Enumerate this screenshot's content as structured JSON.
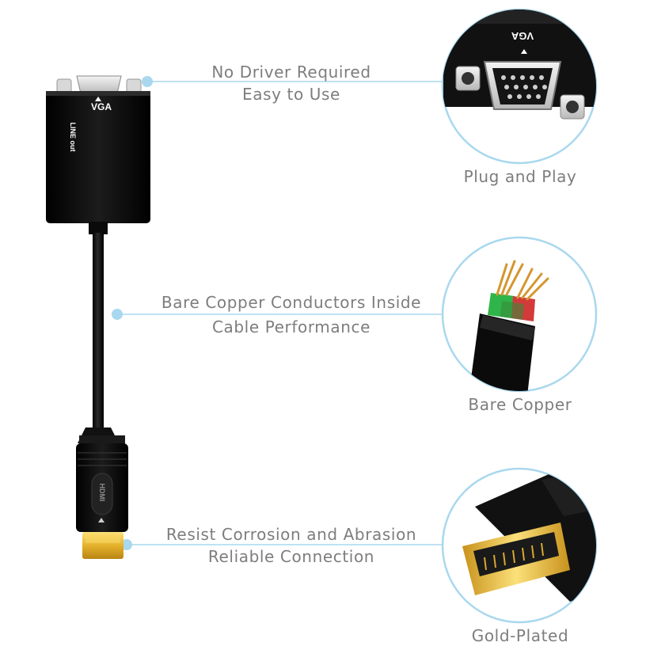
{
  "adapter": {
    "vga_label": "VGA",
    "line_out_label": "LINE out",
    "hdmi_label": "HDMI"
  },
  "features": [
    {
      "line1": "No Driver Required",
      "line2": "Easy to Use",
      "caption": "Plug and Play"
    },
    {
      "line1": "Bare Copper Conductors Inside",
      "line2": "Cable Performance",
      "caption": "Bare Copper"
    },
    {
      "line1": "Resist Corrosion and Abrasion",
      "line2": "Reliable Connection",
      "caption": "Gold-Plated"
    }
  ],
  "colors": {
    "accent": "#a9d8ee",
    "text": "#7d7d7d",
    "connector": "#111111",
    "gold": "#e9bd3a"
  }
}
